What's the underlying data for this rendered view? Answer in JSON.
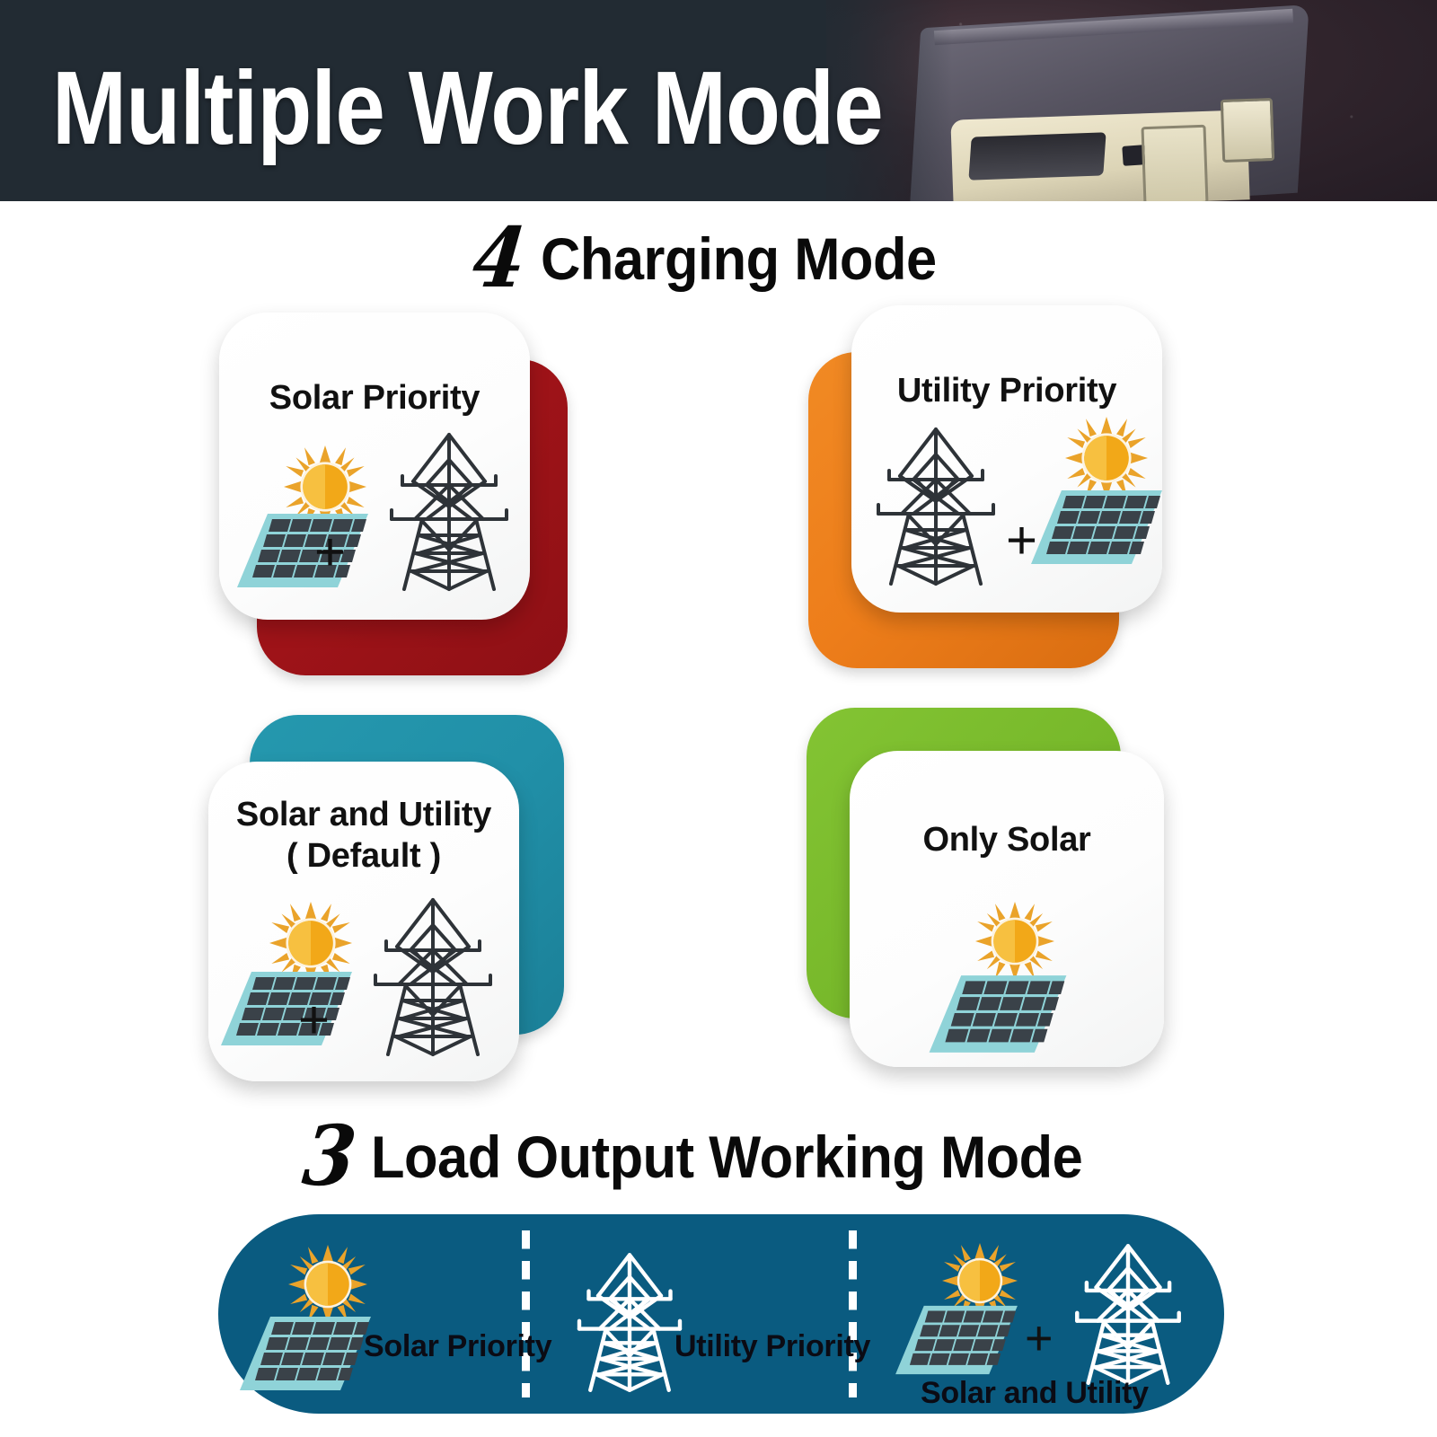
{
  "header": {
    "title": "Multiple Work Mode",
    "background_color": "#222b33",
    "photo_alt": "rv-camper-night-sky"
  },
  "sections": [
    {
      "number": "4",
      "title": "Charging Mode"
    },
    {
      "number": "3",
      "title": "Load Output Working Mode"
    }
  ],
  "charging_modes": [
    {
      "label": "Solar Priority",
      "accent_color": "#9e1318",
      "icons": [
        "sun-icon",
        "solar-panel-icon",
        "plus-icon",
        "power-tower-icon"
      ],
      "plus": "+"
    },
    {
      "label": "Utility Priority",
      "accent_color": "#ed7d1a",
      "icons": [
        "power-tower-icon",
        "plus-icon",
        "sun-icon",
        "solar-panel-icon"
      ],
      "plus": "+"
    },
    {
      "label_line1": "Solar and Utility",
      "label_line2": "( Default )",
      "accent_color": "#2190a8",
      "icons": [
        "sun-icon",
        "solar-panel-icon",
        "plus-icon",
        "power-tower-icon"
      ],
      "plus": "+"
    },
    {
      "label": "Only Solar",
      "accent_color": "#78b92b",
      "icons": [
        "sun-icon",
        "solar-panel-icon"
      ]
    }
  ],
  "load_output_banner": {
    "background_color": "#0a5b80",
    "items": [
      {
        "label": "Solar Priority",
        "icons": [
          "sun-icon",
          "solar-panel-icon"
        ]
      },
      {
        "label": "Utility Priority",
        "icons": [
          "power-tower-icon"
        ]
      },
      {
        "label": "Solar and Utility",
        "icons": [
          "sun-icon",
          "solar-panel-icon",
          "plus-icon",
          "power-tower-icon"
        ],
        "plus": "+"
      }
    ]
  },
  "palette": {
    "red": "#9e1318",
    "orange": "#ed7d1a",
    "teal": "#2190a8",
    "green": "#78b92b",
    "banner_blue": "#0a5b80",
    "card_white": "#ffffff",
    "text_black": "#111111"
  }
}
